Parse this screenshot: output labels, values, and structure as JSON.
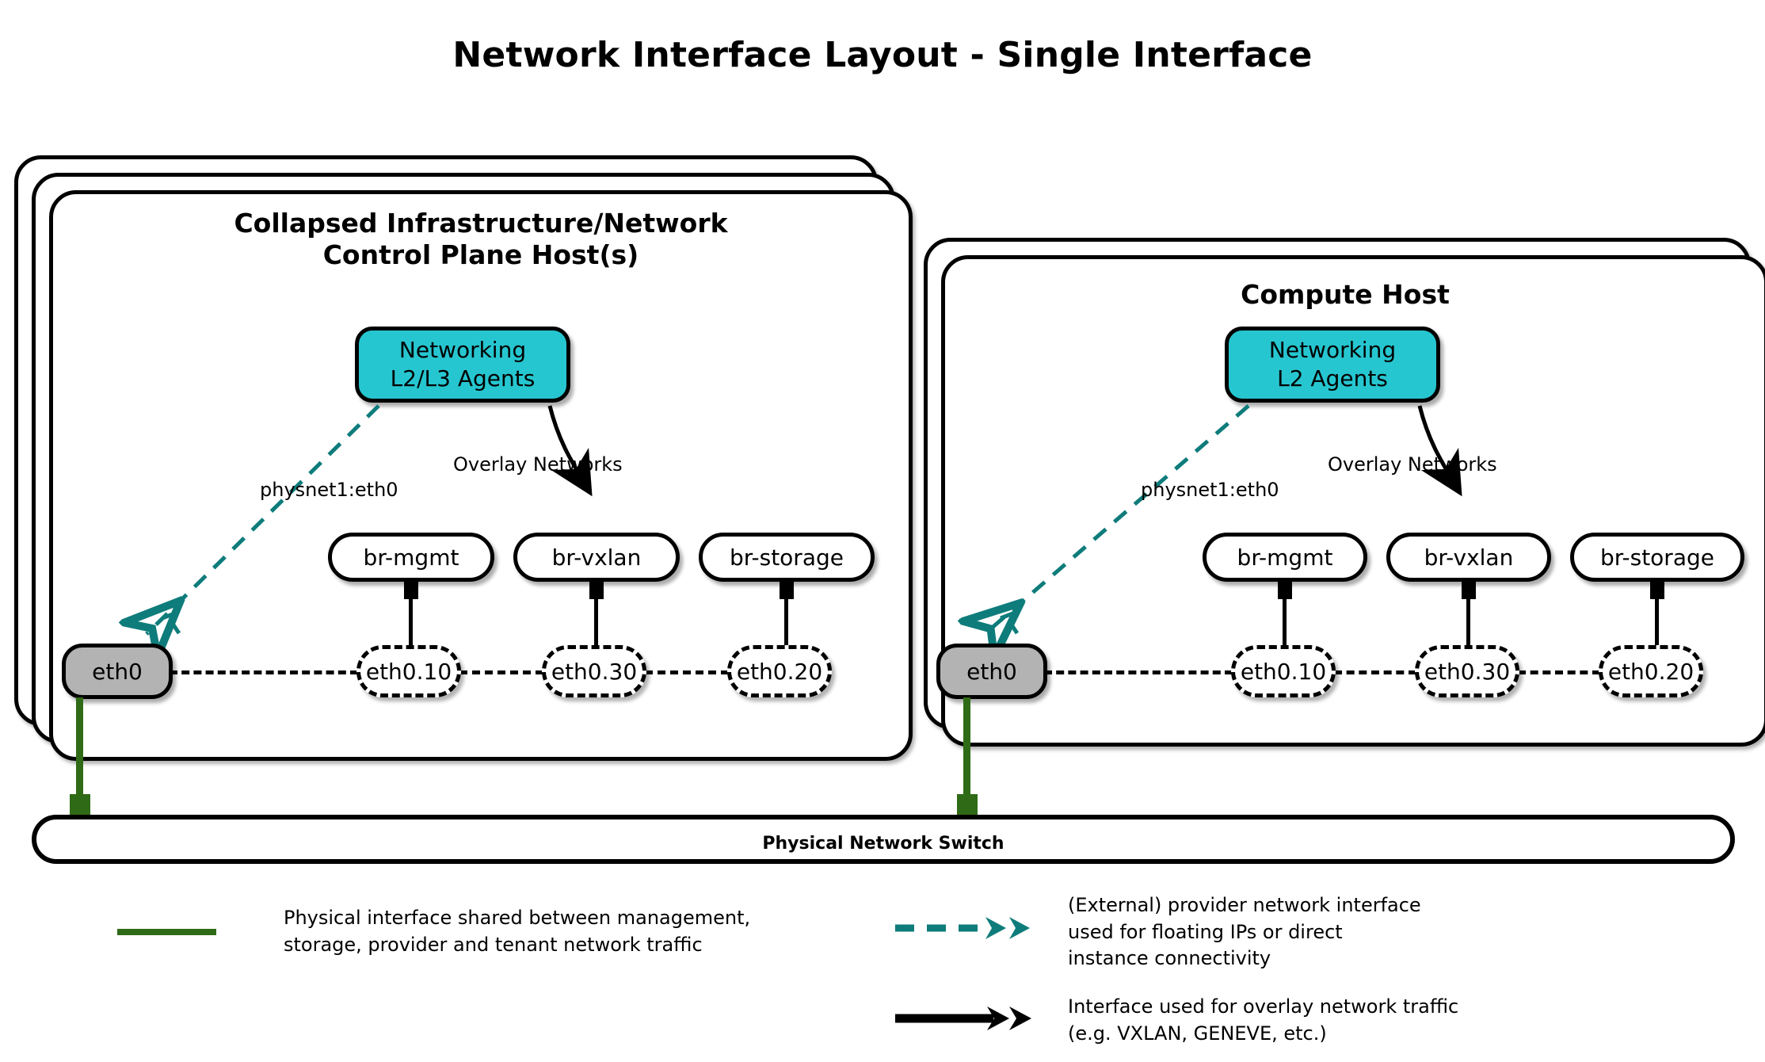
{
  "title": "Network Interface Layout - Single Interface",
  "colors": {
    "agent_fill": "#26c6d0",
    "eth_fill": "#b3b3b3",
    "physical_green": "#2f6b16",
    "provider_teal": "#0e7c7b",
    "overlay_black": "#000000",
    "outline": "#000000",
    "background": "#ffffff"
  },
  "hosts": [
    {
      "id": "control-plane",
      "title_line1": "Collapsed Infrastructure/Network",
      "title_line2": "Control Plane Host(s)",
      "stack_layers": 3,
      "agent": {
        "line1": "Networking",
        "line2": "L2/L3 Agents"
      },
      "provider_label": "physnet1:eth0",
      "overlay_label": "Overlay Networks",
      "physical_interface": "eth0",
      "bridges": [
        {
          "bridge": "br-mgmt",
          "vlan": "eth0.10"
        },
        {
          "bridge": "br-vxlan",
          "vlan": "eth0.30"
        },
        {
          "bridge": "br-storage",
          "vlan": "eth0.20"
        }
      ]
    },
    {
      "id": "compute",
      "title_line1": "Compute Host",
      "title_line2": "",
      "stack_layers": 2,
      "agent": {
        "line1": "Networking",
        "line2": "L2 Agents"
      },
      "provider_label": "physnet1:eth0",
      "overlay_label": "Overlay Networks",
      "physical_interface": "eth0",
      "bridges": [
        {
          "bridge": "br-mgmt",
          "vlan": "eth0.10"
        },
        {
          "bridge": "br-vxlan",
          "vlan": "eth0.30"
        },
        {
          "bridge": "br-storage",
          "vlan": "eth0.20"
        }
      ]
    }
  ],
  "switch": {
    "label": "Physical Network Switch"
  },
  "legend": [
    {
      "id": "physical",
      "style": "solid-green-line",
      "line1": "Physical interface shared between management,",
      "line2": "storage, provider and tenant network traffic",
      "line3": ""
    },
    {
      "id": "provider",
      "style": "dashed-teal-double-arrow",
      "line1": "(External) provider network interface",
      "line2": "used for floating IPs or direct",
      "line3": "instance connectivity"
    },
    {
      "id": "overlay",
      "style": "solid-black-arrow",
      "line1": "Interface used for overlay network traffic",
      "line2": "(e.g. VXLAN, GENEVE, etc.)",
      "line3": ""
    }
  ]
}
